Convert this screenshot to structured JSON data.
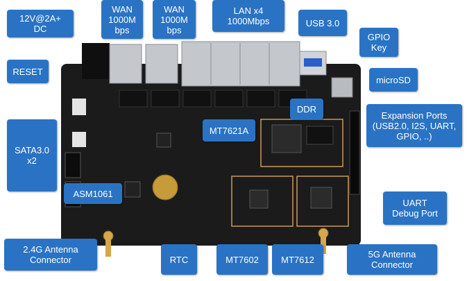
{
  "labels": {
    "power": "12V@2A+\nDC",
    "wan1": "WAN\n1000M\nbps",
    "wan2": "WAN\n1000M\nbps",
    "lan": "LAN x4\n1000Mbps",
    "usb3": "USB 3.0",
    "gpio": "GPIO\nKey",
    "reset": "RESET",
    "microsd": "microSD",
    "ddr": "DDR",
    "expansion": "Expansion Ports\n(USB2.0, I2S, UART,\nGPIO, ..)",
    "mt7621a": "MT7621A",
    "sata": "SATA3.0\nx2",
    "asm1061": "ASM1061",
    "uart": "UART\nDebug Port",
    "antenna24": "2.4G Antenna\nConnector",
    "rtc": "RTC",
    "mt7602": "MT7602",
    "mt7612": "MT7612",
    "antenna5": "5G Antenna\nConnector"
  },
  "colors": {
    "label_bg": "#2a73c4",
    "board": "#1b1b1b",
    "highlight": "#c99a5a"
  }
}
